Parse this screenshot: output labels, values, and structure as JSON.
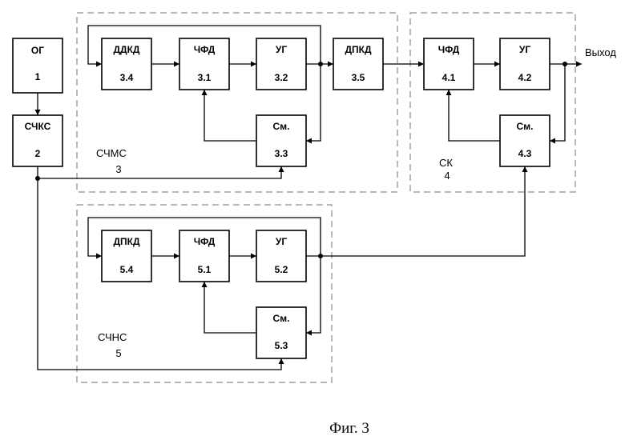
{
  "blocks": {
    "og": {
      "name": "ОГ",
      "num": "1"
    },
    "chks": {
      "name": "СЧКС",
      "num": "2"
    },
    "ddkd": {
      "name": "ДДКД",
      "num": "3.4"
    },
    "chfd31": {
      "name": "ЧФД",
      "num": "3.1"
    },
    "ug32": {
      "name": "УГ",
      "num": "3.2"
    },
    "dpkd35": {
      "name": "ДПКД",
      "num": "3.5"
    },
    "sm33": {
      "name": "См.",
      "num": "3.3"
    },
    "chfd41": {
      "name": "ЧФД",
      "num": "4.1"
    },
    "ug42": {
      "name": "УГ",
      "num": "4.2"
    },
    "sm43": {
      "name": "См.",
      "num": "4.3"
    },
    "dpkd54": {
      "name": "ДПКД",
      "num": "5.4"
    },
    "chfd51": {
      "name": "ЧФД",
      "num": "5.1"
    },
    "ug52": {
      "name": "УГ",
      "num": "5.2"
    },
    "sm53": {
      "name": "См.",
      "num": "5.3"
    }
  },
  "groups": {
    "chms": {
      "label": "СЧМС",
      "num": "3"
    },
    "sk": {
      "label": "СК",
      "num": "4"
    },
    "chns": {
      "label": "СЧНС",
      "num": "5"
    }
  },
  "output_label": "Выход",
  "caption": "Фиг. 3"
}
